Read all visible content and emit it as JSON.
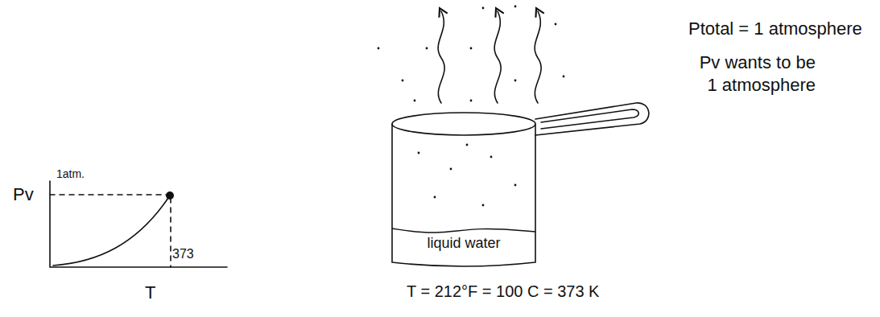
{
  "diagram": {
    "nodes": [
      {
        "text": [
          "liquid water"
        ]
      }
    ],
    "labels": [
      "Ptotal = 1 atmosphere",
      "Pv wants to be 1 atmosphere",
      "Pv",
      "1atm.",
      "373",
      "T",
      "T = 212°F = 100 C = 373 K"
    ]
  }
}
